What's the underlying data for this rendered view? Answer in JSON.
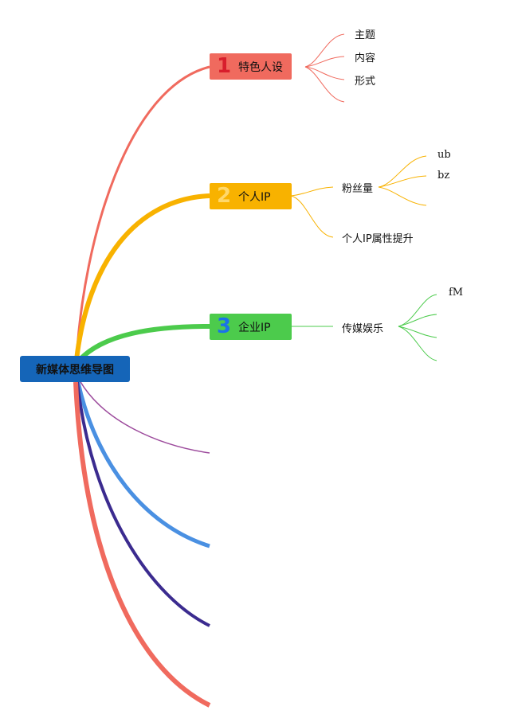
{
  "root": {
    "label": "新媒体思维导图",
    "color": "#1565b8"
  },
  "branches": [
    {
      "number": "1",
      "label": "特色人设",
      "color": "#f06a5e",
      "number_color": "#d81e2c",
      "children": [
        "主题",
        "内容",
        "形式",
        ""
      ]
    },
    {
      "number": "2",
      "label": "个人IP",
      "color": "#f8b200",
      "number_color": "#ffd86b",
      "children": [
        {
          "label": "粉丝量",
          "children": [
            "ub",
            "bz",
            ""
          ]
        },
        {
          "label": "个人IP属性提升"
        }
      ]
    },
    {
      "number": "3",
      "label": "企业IP",
      "color": "#4ccb4c",
      "number_color": "#1a73e8",
      "children": [
        {
          "label": "传媒娱乐",
          "children": [
            "fM",
            "",
            "",
            ""
          ]
        }
      ]
    },
    {
      "label": "",
      "color": "#9c4a9c"
    },
    {
      "label": "",
      "color": "#4a90e2"
    },
    {
      "label": "",
      "color": "#3b2b8f"
    },
    {
      "label": "",
      "color": "#f06a5e"
    }
  ]
}
